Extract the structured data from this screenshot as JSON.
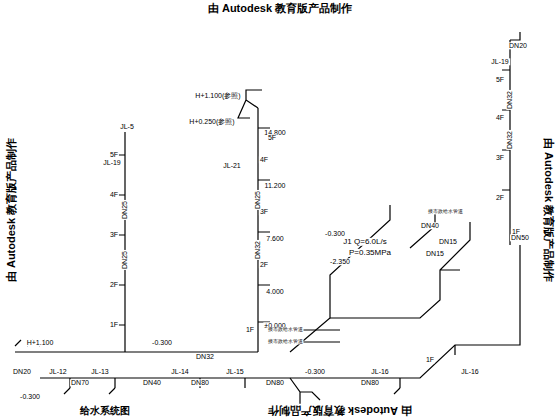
{
  "diagram": {
    "title": "给水系统图",
    "labels": [
      "由 Autodesk 教育版产品制作",
      "由 Autodesk 教育版产品制作",
      "由 Autodesk 教育版产品制作",
      "由 Autodesk 教育版产品制作",
      "H+1.100(参照)",
      "H+0.250(参照)",
      "14.800",
      "11.200",
      "7.600",
      "4.000",
      "±0.000",
      "JL-5",
      "JL-19",
      "JL-21",
      "JL-19",
      "DN20",
      "5F",
      "4F",
      "3F",
      "2F",
      "1F",
      "5F",
      "4F",
      "3F",
      "2F",
      "1F",
      "5F",
      "4F",
      "3F",
      "2F",
      "1F",
      "1F",
      "DN25",
      "DN25",
      "DN32",
      "DN25",
      "DN32",
      "DN32",
      "H+1.100",
      "-0.300",
      "-0.300",
      "-0.300",
      "-0.300",
      "-2.350",
      "DN20",
      "DN70",
      "DN32",
      "DN40",
      "DN80",
      "DN80",
      "DN80",
      "DN50",
      "DN40",
      "DN15",
      "DN15",
      "JL-12",
      "JL-13",
      "JL-14",
      "JL-15",
      "JL-16",
      "JL-16",
      "J1 Q=6.0L/s",
      "P=0.35MPa",
      "接市政给水管道",
      "接市政给水管道",
      "接市政给水管道"
    ]
  }
}
